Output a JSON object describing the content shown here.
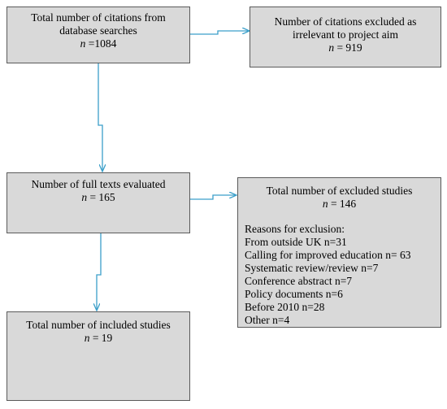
{
  "boxes": {
    "database_searches": {
      "lines": [
        "Total number of citations from",
        "database searches"
      ],
      "n_prefix": "n",
      "n_value": " =1084"
    },
    "excluded_irrelevant": {
      "lines": [
        "Number of citations excluded as",
        "irrelevant to project aim"
      ],
      "n_prefix": "n",
      "n_value": " = 919"
    },
    "full_texts": {
      "lines": [
        "Number of full texts evaluated"
      ],
      "n_prefix": "n",
      "n_value": " = 165"
    },
    "excluded_studies": {
      "lines": [
        "Total number of excluded studies"
      ],
      "n_prefix": "n",
      "n_value": " = 146",
      "reasons_heading": "Reasons for exclusion:",
      "reasons": [
        "From outside UK n=31",
        "Calling for improved education n= 63",
        "Systematic review/review n=7",
        "Conference abstract n=7",
        "Policy documents n=6",
        "Before 2010 n=28",
        "Other n=4"
      ]
    },
    "included_studies": {
      "lines": [
        "Total number of included studies"
      ],
      "n_prefix": "n",
      "n_value": " = 19"
    }
  },
  "colors": {
    "box_fill": "#d9d9d9",
    "box_border": "#5a5a5a",
    "arrow": "#3b9fc9"
  }
}
